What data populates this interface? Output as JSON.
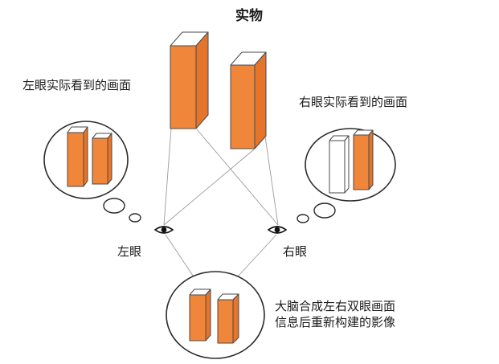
{
  "labels": {
    "title": "实物",
    "left_view": "左眼实际看到的画面",
    "right_view": "右眼实际看到的画面",
    "left_eye": "左眼",
    "right_eye": "右眼",
    "brain_caption_line1": "大脑合成左右双眼画面",
    "brain_caption_line2": "信息后重新构建的影像"
  },
  "colors": {
    "box_front": "#f0863a",
    "box_side": "#e4752b",
    "box_top": "#ffffff",
    "outline": "#4a4a4a",
    "sight_line": "#9b9b9b",
    "circle_stroke": "#2b2b2b",
    "background": "#ffffff"
  }
}
